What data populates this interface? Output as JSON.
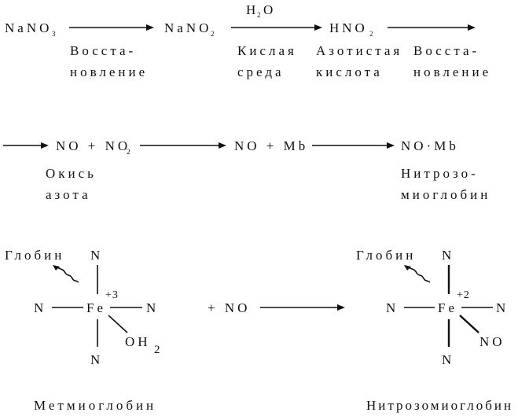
{
  "row1": {
    "nano3": "NaNO",
    "nano3_sub": "3",
    "nano2": "NaNO",
    "nano2_sub": "2",
    "h2o_h": "H",
    "h2o_sub": "2",
    "h2o_o": "O",
    "hno2": "HNO",
    "hno2_sub": "2",
    "label1_l1": "Восста-",
    "label1_l2": "новление",
    "label2_l1": "Кислая",
    "label2_l2": "среда",
    "label3_l1": "Азотистая",
    "label3_l2": "кислота",
    "label4_l1": "Восста-",
    "label4_l2": "новление"
  },
  "row2": {
    "no_no2": "NO + NO",
    "no2_sub": "2",
    "no_mb": "NO + Mb",
    "no_mb_product": "NO·Mb",
    "label5_l1": "Окись",
    "label5_l2": "азота",
    "label6_l1": "Нитрозо-",
    "label6_l2": "миоглобин"
  },
  "complex_left": {
    "globin": "Глобин",
    "n_top": "N",
    "n_left": "N",
    "n_right": "N",
    "n_bottom": "N",
    "fe": "Fe",
    "charge": "+3",
    "oh": "OH",
    "oh_sub": "2",
    "name": "Метмиоглобин"
  },
  "plus_no": "+ NO",
  "complex_right": {
    "globin": "Глобин",
    "n_top": "N",
    "n_left": "N",
    "n_right": "N",
    "n_bottom": "N",
    "fe": "Fe",
    "charge": "+2",
    "no": "NO",
    "name": "Нитрозомиоглобин"
  }
}
